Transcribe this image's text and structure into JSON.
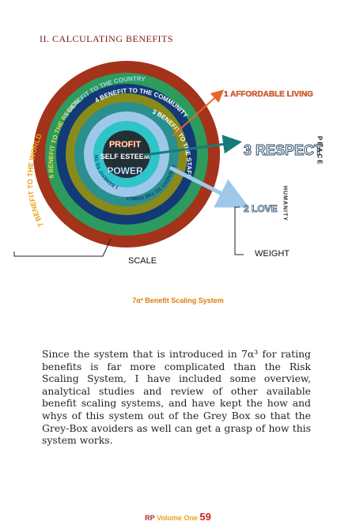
{
  "heading": "II. CALCULATING BENEFITS",
  "diagram": {
    "center": {
      "profit": "PROFIT",
      "self_esteem": "SELF ESTEEM",
      "power": "POWER"
    },
    "rings": {
      "self": "1 BENEFIT TO THE SELF",
      "family": "2 BENEFIT TO THE FAMILY",
      "staff": "3 BENEFIT TO THE STAFF",
      "community": "4 BENEFIT TO THE COMMUNITY",
      "country": "5 BENEFIT TO THE COUNTRY",
      "region": "6 BENEFIT TO THE REGION",
      "world": "7 BENEFIT TO THE WORLD"
    },
    "callouts": {
      "affordable": "1 AFFORDABLE LIVING",
      "respect": "3 RESPECT",
      "love": "2 LOVE",
      "peace": "PEACE",
      "humanity": "HUMANITY"
    },
    "scale_label": "SCALE",
    "weight_label": "WEIGHT",
    "colors": {
      "ring7": "#a3331a",
      "ring6": "#2d9a5e",
      "ring5": "#123a76",
      "ring4": "#8a8a1a",
      "ring3": "#2a8f8f",
      "ring2": "#9ec8ea",
      "ring1": "#2ec4c8",
      "core": "#223036",
      "arrow_orange": "#e8652a",
      "arrow_teal": "#1a7a7a",
      "arrow_light": "#9ec8ea"
    }
  },
  "caption": "7α³ Benefit Scaling System",
  "paragraph": "Since the system that is introduced in 7α³ for rating benefits is far more complicated than the Risk Scaling System, I have included some overview, analytical studies and review of other available benefit scaling systems, and have kept the how and whys of this system out of the Grey Box so that the Grey-Box avoiders as well can get a grasp of how this system works.",
  "footer": {
    "rp": "RP",
    "volume": "Volume One",
    "page": "59"
  }
}
